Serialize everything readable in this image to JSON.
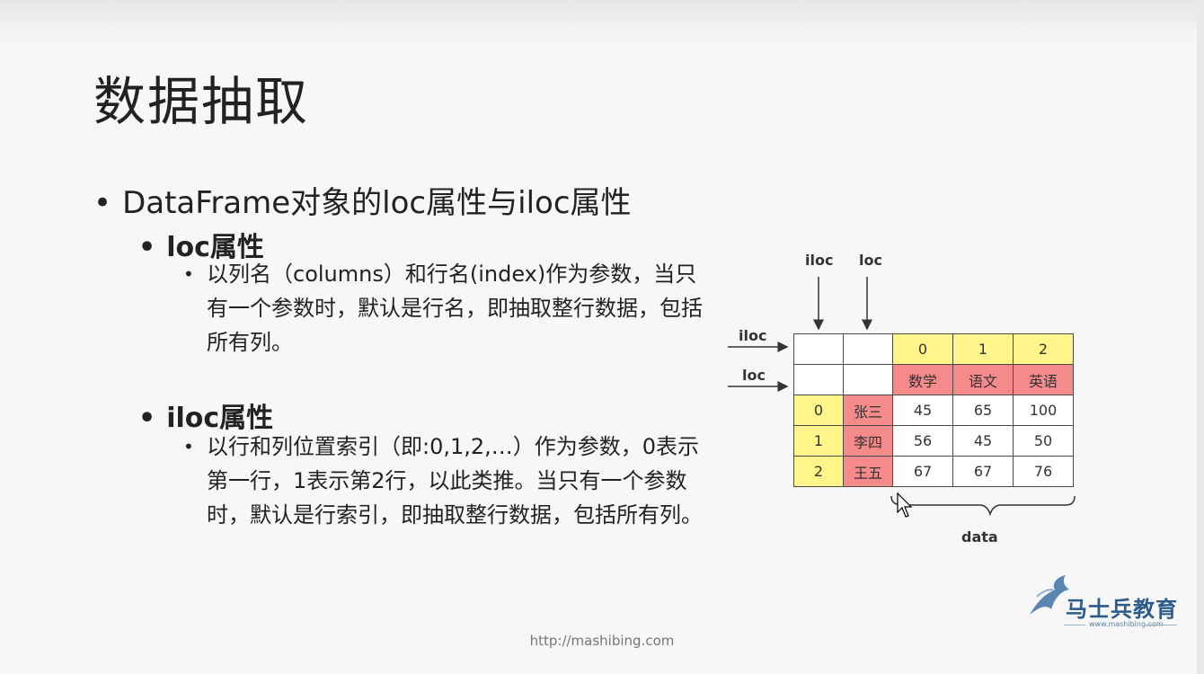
{
  "slide": {
    "title": "数据抽取",
    "bullet_main": "DataFrame对象的loc属性与iloc属性",
    "loc_heading": "loc属性",
    "loc_desc": "以列名（columns）和行名(index)作为参数，当只有一个参数时，默认是行名，即抽取整行数据，包括所有列。",
    "iloc_heading": "iloc属性",
    "iloc_desc": "以行和列位置索引（即:0,1,2,…）作为参数，0表示第一行，1表示第2行，以此类推。当只有一个参数时，默认是行索引，即抽取整行数据，包括所有列。",
    "bullet_symbol": "•"
  },
  "diagram": {
    "top_iloc_label": "iloc",
    "top_loc_label": "loc",
    "side_iloc_label": "iloc",
    "side_loc_label": "loc",
    "data_label": "data",
    "col_positions": [
      "0",
      "1",
      "2"
    ],
    "col_names": [
      "数学",
      "语文",
      "英语"
    ],
    "row_positions": [
      "0",
      "1",
      "2"
    ],
    "row_names": [
      "张三",
      "李四",
      "王五"
    ],
    "values": [
      [
        "45",
        "65",
        "100"
      ],
      [
        "56",
        "45",
        "50"
      ],
      [
        "67",
        "67",
        "76"
      ]
    ],
    "colors": {
      "position_fill": "#fff58a",
      "label_fill": "#f48a8a"
    }
  },
  "footer": {
    "url": "http://mashibing.com"
  },
  "logo": {
    "name": "马士兵教育",
    "url": "www.mashibing.com"
  }
}
